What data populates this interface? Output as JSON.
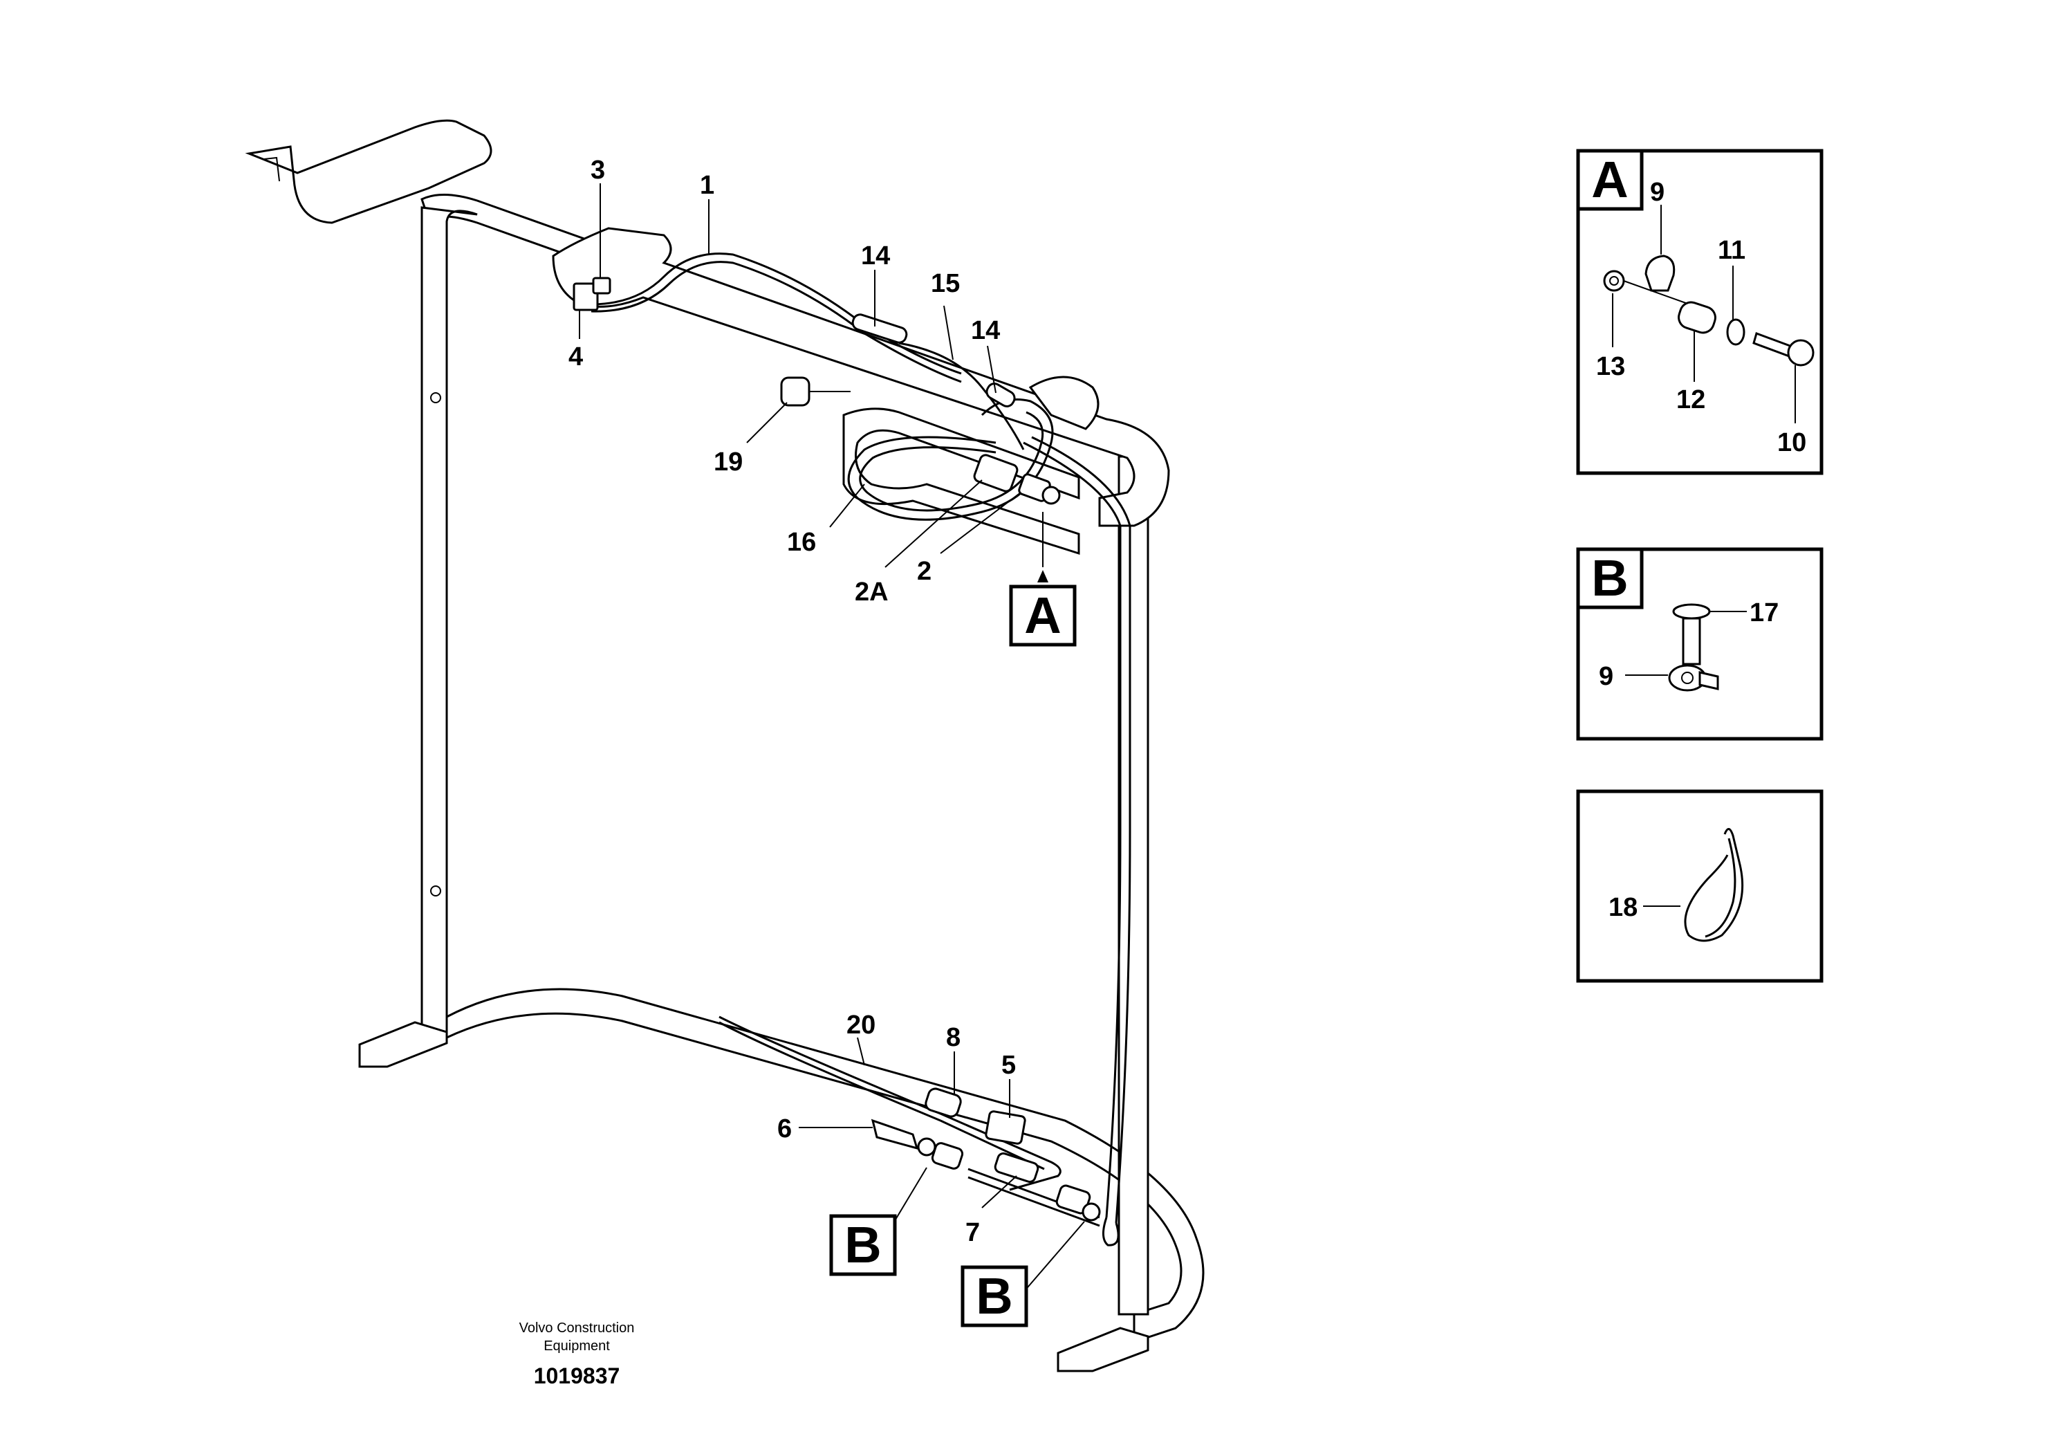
{
  "callouts": {
    "c1": "1",
    "c2": "2",
    "c2a": "2A",
    "c3": "3",
    "c4": "4",
    "c5": "5",
    "c6": "6",
    "c7": "7",
    "c8": "8",
    "c14a": "14",
    "c14b": "14",
    "c15": "15",
    "c16": "16",
    "c19": "19",
    "c20": "20"
  },
  "detail_refs": {
    "a": "A",
    "b1": "B",
    "b2": "B"
  },
  "detail_a": {
    "letter": "A",
    "labels": {
      "l9": "9",
      "l11": "11",
      "l13": "13",
      "l12": "12",
      "l10": "10"
    }
  },
  "detail_b": {
    "letter": "B",
    "labels": {
      "l17": "17",
      "l9": "9"
    }
  },
  "detail_c": {
    "labels": {
      "l18": "18"
    }
  },
  "caption": {
    "line1": "Volvo Construction",
    "line2": "Equipment",
    "part_number": "1019837"
  }
}
